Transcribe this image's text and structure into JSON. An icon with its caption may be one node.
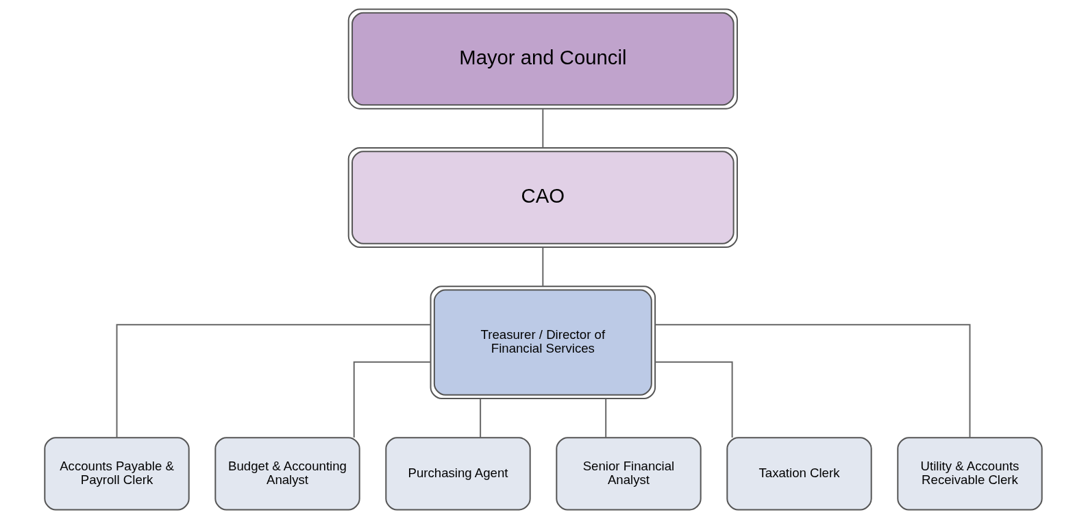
{
  "diagram": {
    "nodes": [
      {
        "text": [
          "Mayor and Council"
        ]
      },
      {
        "text": [
          "CAO"
        ]
      },
      {
        "text": [
          "Treasurer / Director of Financial Services"
        ]
      },
      {
        "text": [
          "Accounts Payable & Payroll Clerk"
        ]
      },
      {
        "text": [
          "Budget & Accounting Analyst"
        ]
      },
      {
        "text": [
          "Purchasing Agent"
        ]
      },
      {
        "text": [
          "Senior Financial Analyst"
        ]
      },
      {
        "text": [
          "Taxation Clerk"
        ]
      },
      {
        "text": [
          "Utility & Accounts Receivable Clerk"
        ]
      }
    ],
    "edges": [
      {
        "from": 0,
        "to": 1,
        "arrow": "none"
      },
      {
        "from": 1,
        "to": 2,
        "arrow": "none"
      },
      {
        "from": 2,
        "to": 3,
        "arrow": "none"
      },
      {
        "from": 2,
        "to": 4,
        "arrow": "none"
      },
      {
        "from": 2,
        "to": 5,
        "arrow": "none"
      },
      {
        "from": 2,
        "to": 6,
        "arrow": "none"
      },
      {
        "from": 2,
        "to": 7,
        "arrow": "none"
      },
      {
        "from": 2,
        "to": 8,
        "arrow": "none"
      }
    ]
  }
}
